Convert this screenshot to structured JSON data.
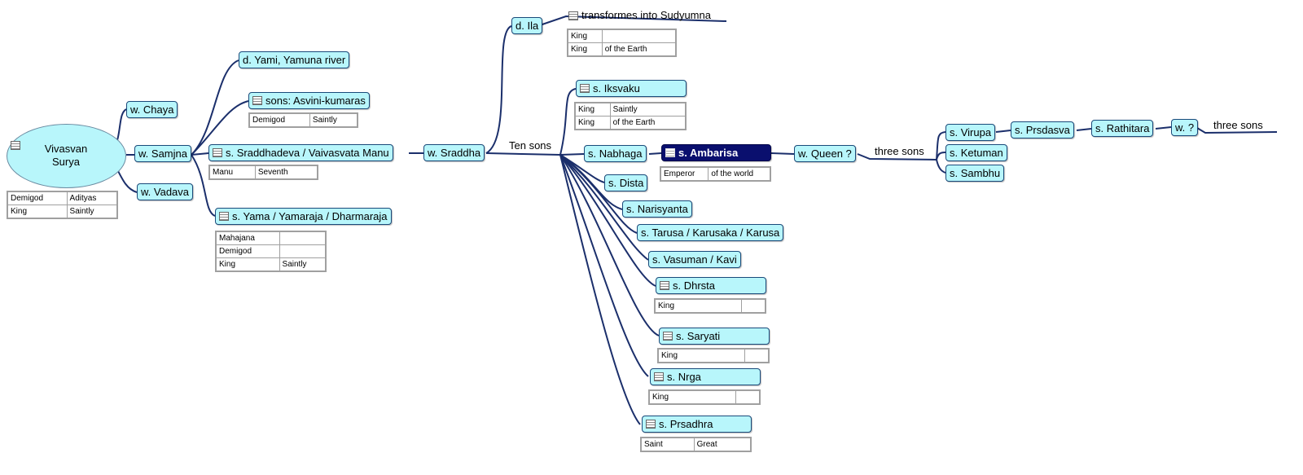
{
  "central": {
    "line1": "Vivasvan",
    "line2": "Surya"
  },
  "central_table": [
    [
      "Demigod",
      "Adityas"
    ],
    [
      "King",
      "Saintly"
    ]
  ],
  "nodes": {
    "chaya": "w. Chaya",
    "samjna": "w. Samjna",
    "vadava": "w. Vadava",
    "yami": "d. Yami, Yamuna river",
    "asvini": "sons: Asvini-kumaras",
    "manu": "s. Sraddhadeva / Vaivasvata Manu",
    "yama": "s. Yama / Yamaraja / Dharmaraja",
    "sraddha": "w. Sraddha",
    "ila": "d. Ila",
    "sudyumna": "transformes into Sudyumna",
    "ten_sons": "Ten sons",
    "iksvaku": "s. Iksvaku",
    "nabhaga": "s. Nabhaga",
    "ambarisa": "s. Ambarisa",
    "queen": "w. Queen ?",
    "three_sons_1": "three sons",
    "virupa": "s. Virupa",
    "ketuman": "s. Ketuman",
    "sambhu": "s. Sambhu",
    "prsdasva": "s. Prsdasva",
    "rathitara": "s. Rathitara",
    "w_unknown": "w. ?",
    "three_sons_2": "three sons",
    "dista": "s. Dista",
    "narisyanta": "s. Narisyanta",
    "tarusa": "s. Tarusa / Karusaka / Karusa",
    "vasuman": "s. Vasuman / Kavi",
    "dhrsta": "s. Dhrsta",
    "saryati": "s. Saryati",
    "nrga": "s. Nrga",
    "prsadhra": "s. Prsadhra"
  },
  "tables": {
    "asvini": [
      [
        "Demigod",
        "Saintly"
      ]
    ],
    "manu": [
      [
        "Manu",
        "Seventh"
      ]
    ],
    "yama": [
      [
        "Mahajana",
        ""
      ],
      [
        "Demigod",
        ""
      ],
      [
        "King",
        "Saintly"
      ]
    ],
    "sudyumna": [
      [
        "King",
        ""
      ],
      [
        "King",
        "of the Earth"
      ]
    ],
    "iksvaku": [
      [
        "King",
        "Saintly"
      ],
      [
        "King",
        "of the Earth"
      ]
    ],
    "ambarisa": [
      [
        "Emperor",
        "of the world"
      ]
    ],
    "dhrsta": [
      [
        "King",
        ""
      ]
    ],
    "saryati": [
      [
        "King",
        ""
      ]
    ],
    "nrga": [
      [
        "King",
        ""
      ]
    ],
    "prsadhra": [
      [
        "Saint",
        "Great"
      ]
    ]
  },
  "colors": {
    "node_fill": "#b8f6fb",
    "link": "#1b2f6b",
    "highlight": "#0a0f6e"
  }
}
